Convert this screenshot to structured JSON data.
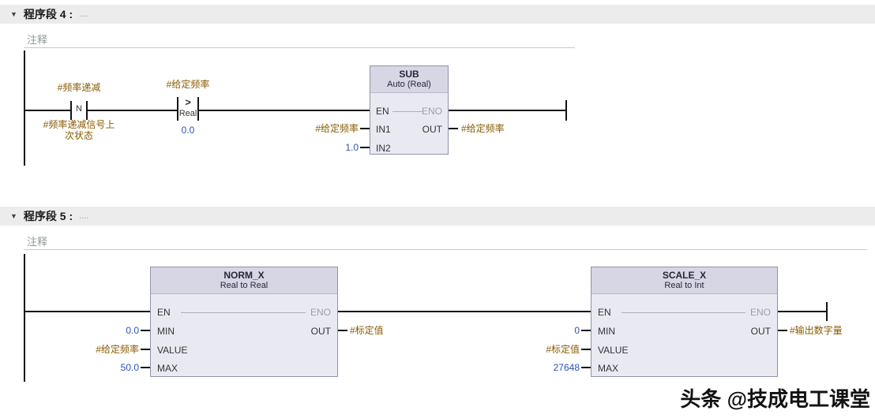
{
  "colors": {
    "operand_text": "#8a5a00",
    "constant_text": "#2a52be",
    "block_header_bg": "#d6d6e4",
    "block_body_bg": "#e9e9f2",
    "block_border": "#9191aa",
    "network_header_bg": "#ececec",
    "eno_text": "#a0a0a0",
    "wire": "#141414"
  },
  "watermark": "头条 @技成电工课堂",
  "network4": {
    "collapse": "▼",
    "title": "程序段 4 :",
    "dots": "....",
    "comment": "注释",
    "edge_contact": {
      "operand": "#频率递减",
      "symbol": "N",
      "memory_line1": "#频率递减信号上",
      "memory_line2": "次状态"
    },
    "compare_contact": {
      "operand": "#给定频率",
      "operator": ">",
      "datatype": "Real",
      "value": "0.0"
    },
    "sub_block": {
      "title": "SUB",
      "mode": "Auto (Real)",
      "pins": {
        "en": "EN",
        "eno": "ENO",
        "in1": "IN1",
        "in2": "IN2",
        "out": "OUT"
      },
      "in1": "#给定频率",
      "in2": "1.0",
      "out": "#给定频率"
    }
  },
  "network5": {
    "collapse": "▼",
    "title": "程序段 5 :",
    "dots": "....",
    "comment": "注释",
    "norm_block": {
      "title": "NORM_X",
      "mode": "Real to Real",
      "pins": {
        "en": "EN",
        "eno": "ENO",
        "min": "MIN",
        "value": "VALUE",
        "max": "MAX",
        "out": "OUT"
      },
      "min": "0.0",
      "value": "#给定频率",
      "max": "50.0",
      "out": "#标定值"
    },
    "scale_block": {
      "title": "SCALE_X",
      "mode": "Real to Int",
      "pins": {
        "en": "EN",
        "eno": "ENO",
        "min": "MIN",
        "value": "VALUE",
        "max": "MAX",
        "out": "OUT"
      },
      "min": "0",
      "value": "#标定值",
      "max": "27648",
      "out": "#输出数字量"
    }
  }
}
